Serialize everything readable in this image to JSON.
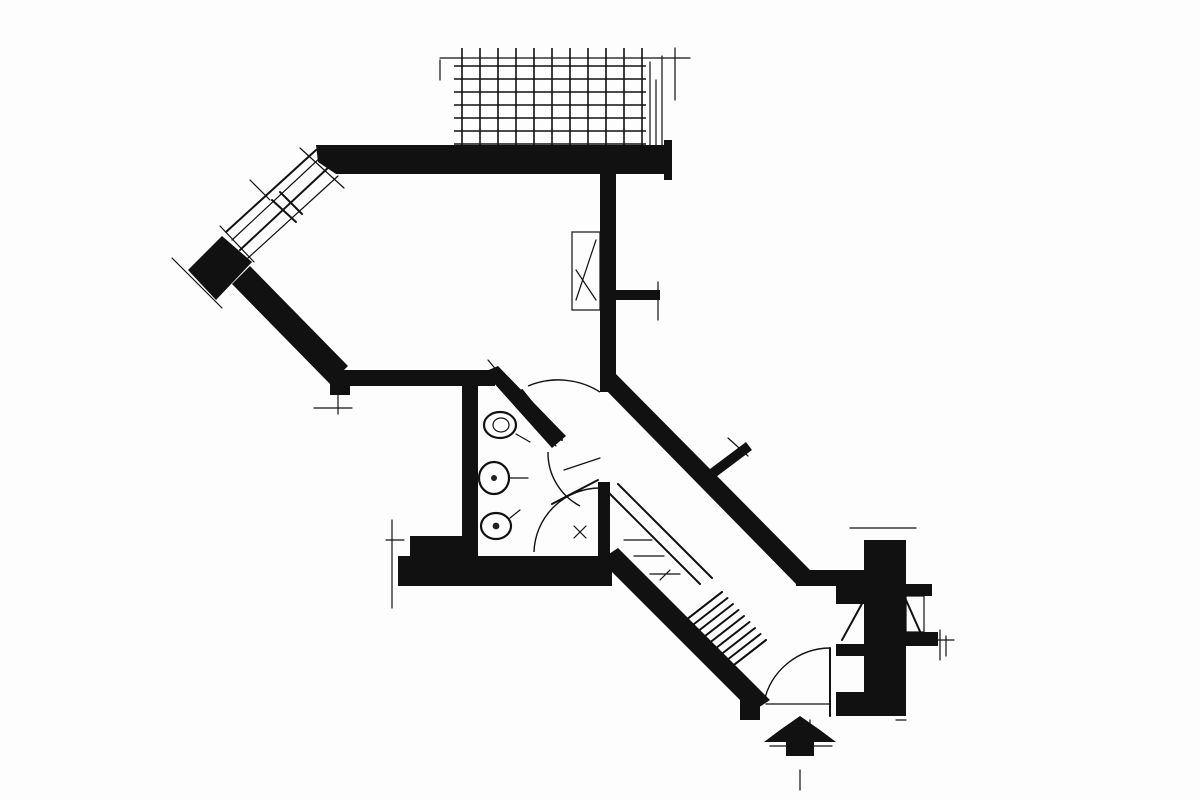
{
  "drawing": {
    "kind": "architectural floor plan sketch",
    "colors": {
      "ink": "#111111",
      "paper": "#fdfdfd"
    },
    "elements": {
      "terrace_grid": "terrace-trellis",
      "entrance_marker": "entrance-canopy-icon",
      "stair": "stair-flight",
      "toilets": 3,
      "doors": 4
    }
  }
}
